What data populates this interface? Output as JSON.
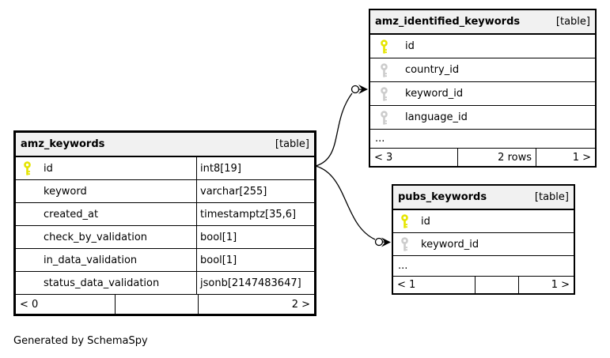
{
  "note": "Generated by SchemaSpy",
  "colors": {
    "primary_key_icon": "#e5e500",
    "foreign_key_icon": "#cccccc",
    "header_bg": "#f1f1f1",
    "border": "#000000"
  },
  "tables": {
    "amz_keywords": {
      "title": "amz_keywords",
      "badge": "[table]",
      "columns": [
        {
          "name": "id",
          "type": "int8[19]",
          "key": "primary"
        },
        {
          "name": "keyword",
          "type": "varchar[255]",
          "key": "none"
        },
        {
          "name": "created_at",
          "type": "timestamptz[35,6]",
          "key": "none"
        },
        {
          "name": "check_by_validation",
          "type": "bool[1]",
          "key": "none"
        },
        {
          "name": "in_data_validation",
          "type": "bool[1]",
          "key": "none"
        },
        {
          "name": "status_data_validation",
          "type": "jsonb[2147483647]",
          "key": "none"
        }
      ],
      "footer": {
        "left": "< 0",
        "middle": "",
        "right": "2 >"
      }
    },
    "amz_identified_keywords": {
      "title": "amz_identified_keywords",
      "badge": "[table]",
      "columns": [
        {
          "name": "id",
          "key": "primary"
        },
        {
          "name": "country_id",
          "key": "foreign"
        },
        {
          "name": "keyword_id",
          "key": "foreign"
        },
        {
          "name": "language_id",
          "key": "foreign"
        }
      ],
      "ellipsis": "...",
      "footer": {
        "left": "< 3",
        "middle": "2 rows",
        "right": "1 >"
      }
    },
    "pubs_keywords": {
      "title": "pubs_keywords",
      "badge": "[table]",
      "columns": [
        {
          "name": "id",
          "key": "primary"
        },
        {
          "name": "keyword_id",
          "key": "foreign"
        }
      ],
      "ellipsis": "...",
      "footer": {
        "left": "< 1",
        "middle": "",
        "right": "1 >"
      }
    }
  }
}
